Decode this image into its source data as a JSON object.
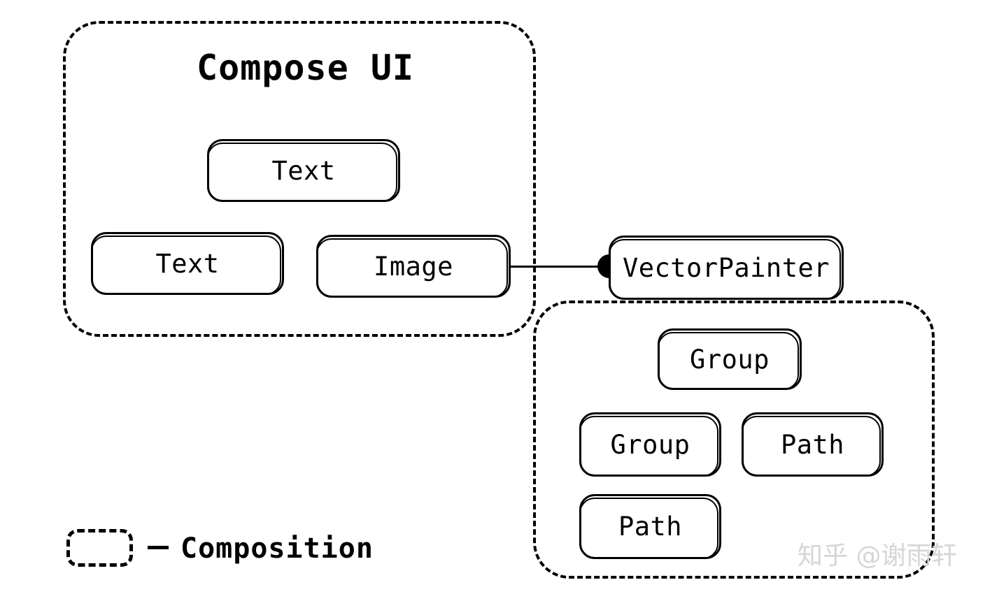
{
  "diagram": {
    "title_top_left": "Compose UI",
    "compositions": [
      {
        "id": "compose-ui",
        "title": "Compose UI",
        "nodes": [
          "Text",
          "Text",
          "Image"
        ]
      },
      {
        "id": "vector-painter-composition",
        "title": "",
        "nodes": [
          "Group",
          "Group",
          "Path",
          "Path"
        ]
      }
    ],
    "nodes": {
      "text_top": "Text",
      "text_left": "Text",
      "image": "Image",
      "vector_painter": "VectorPainter",
      "group_top": "Group",
      "group_second": "Group",
      "path_right": "Path",
      "path_bottom": "Path"
    },
    "connector": {
      "from": "Image",
      "to": "VectorPainter",
      "endpoint_marker": "filled-circle"
    },
    "legend": {
      "dash": "—",
      "label": "Composition"
    },
    "watermark": "知乎 @谢雨轩",
    "colors": {
      "stroke": "#000000",
      "background": "#ffffff",
      "watermark": "#d6d6d6"
    }
  }
}
